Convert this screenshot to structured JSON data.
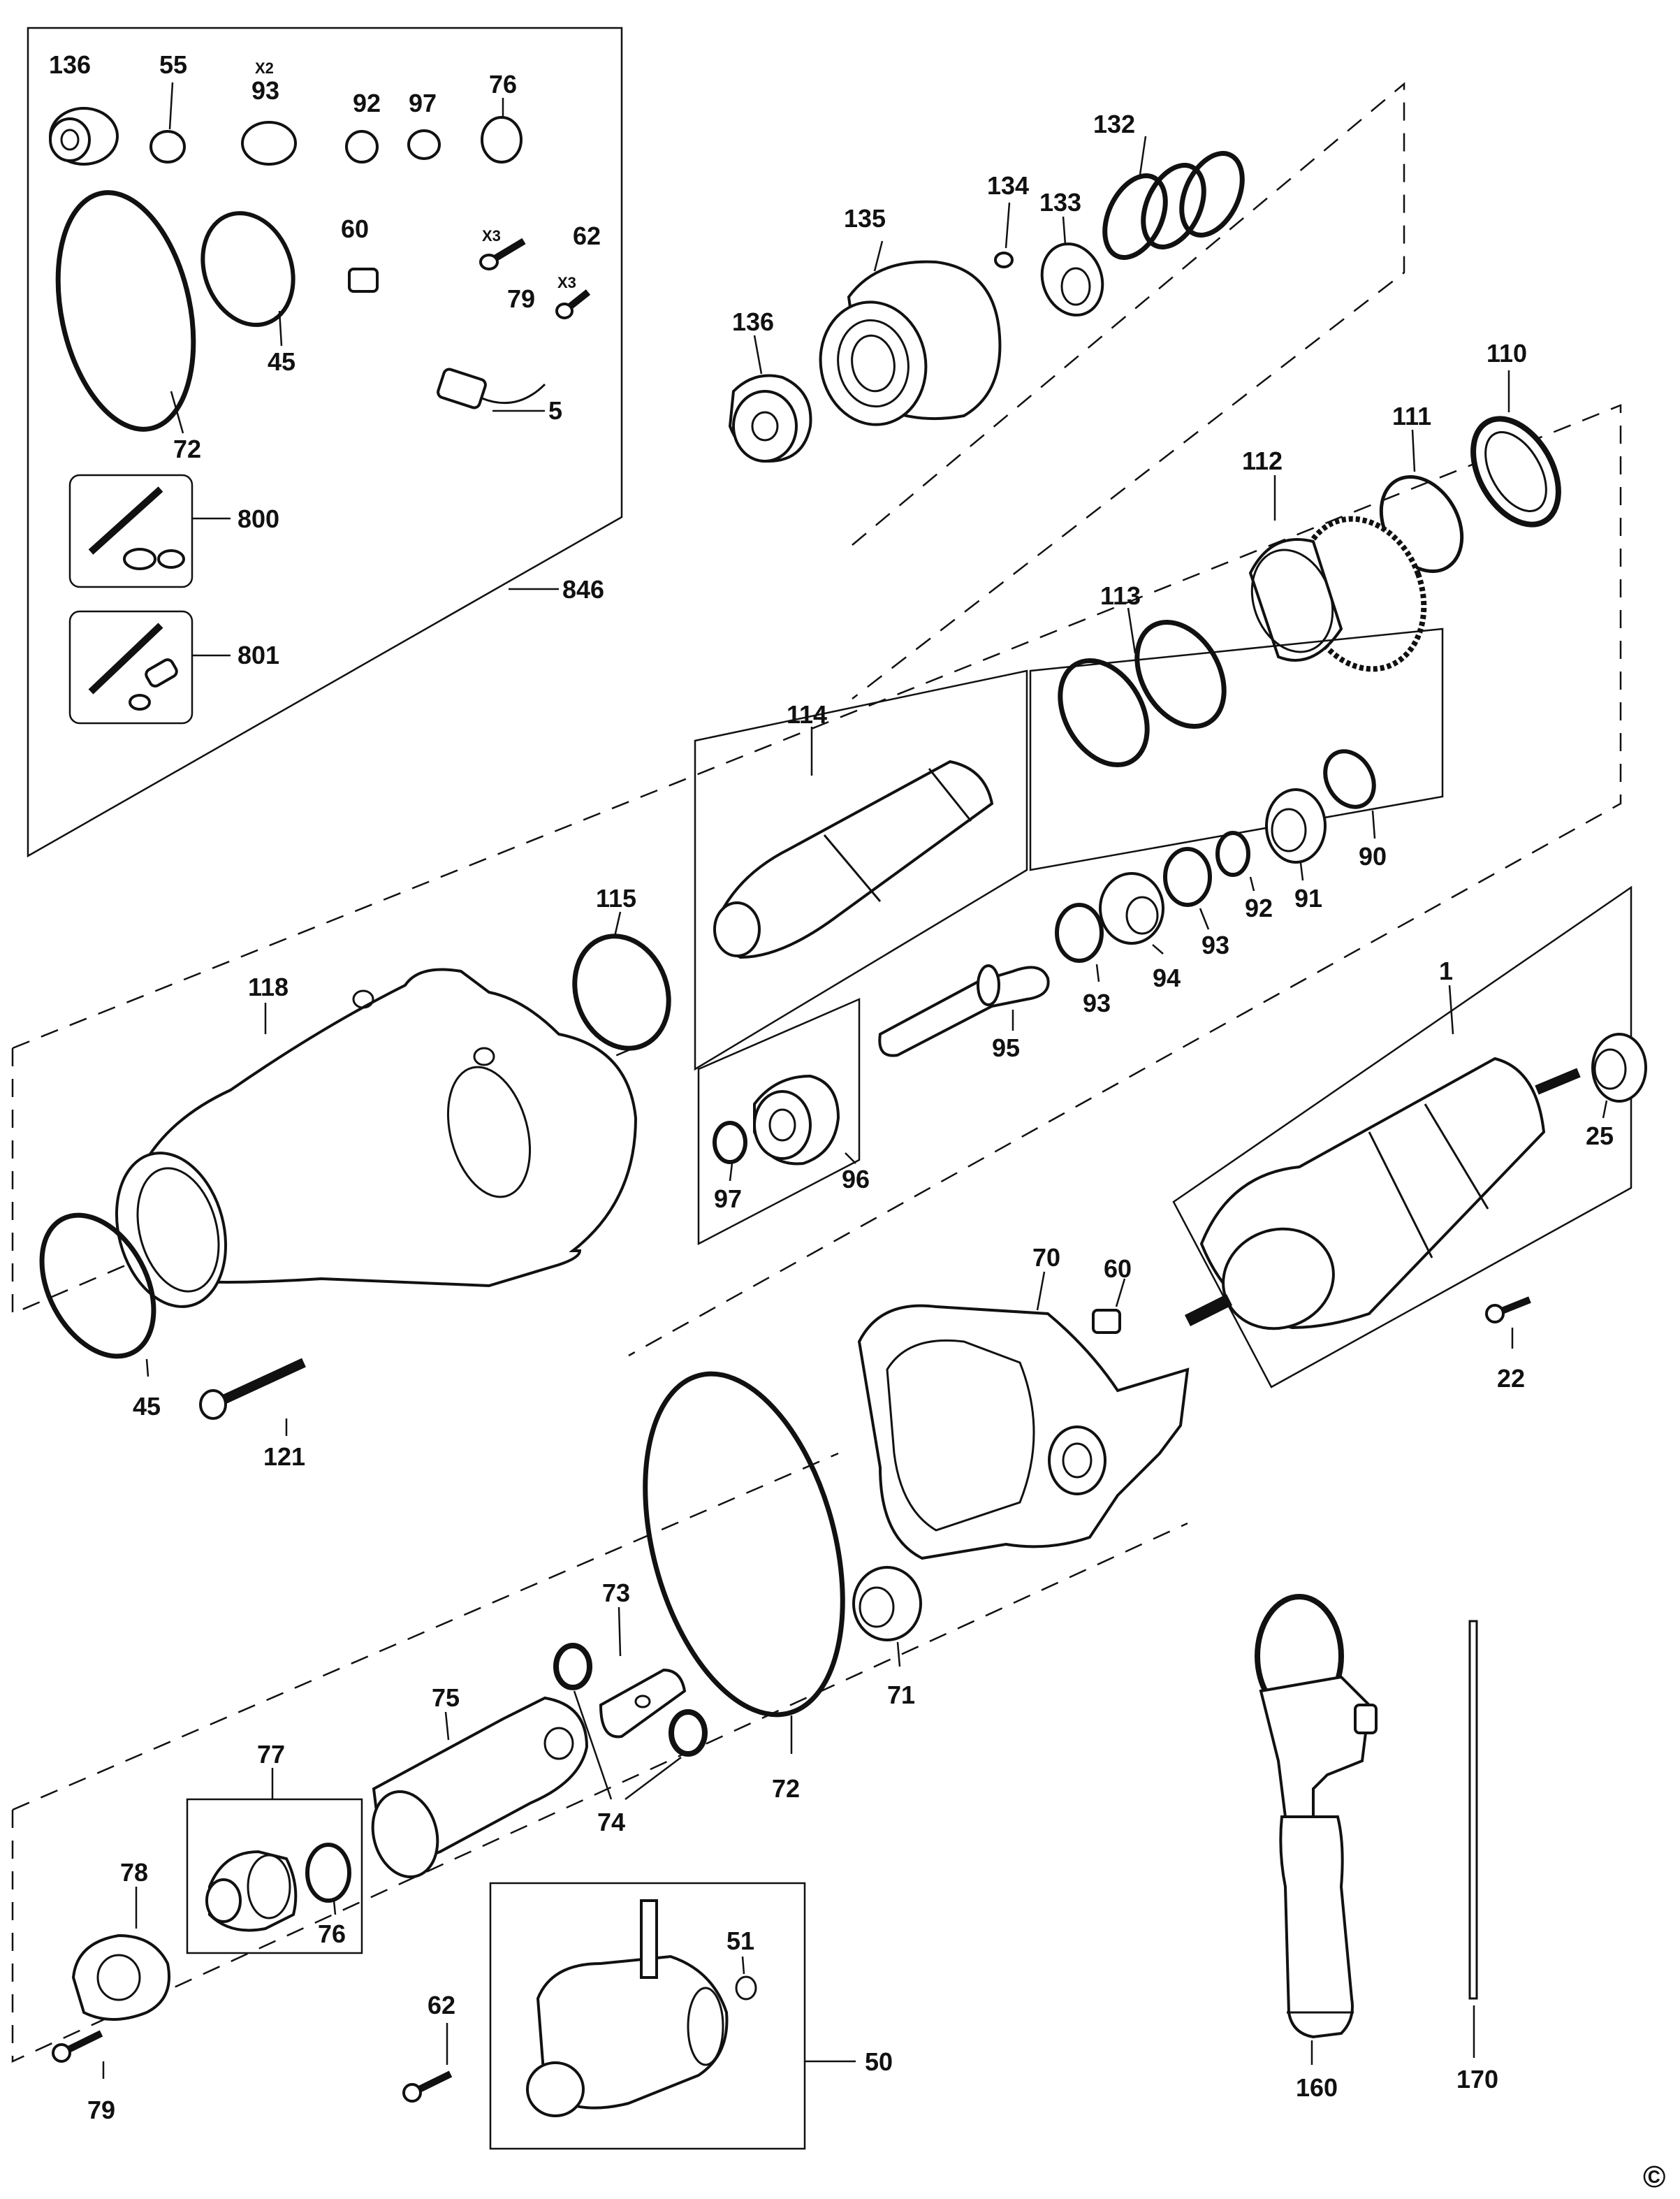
{
  "kit_box": {
    "label": "846",
    "parts": {
      "p136": "136",
      "p55": "55",
      "p93_qty": "X2",
      "p93": "93",
      "p92": "92",
      "p97": "97",
      "p76": "76",
      "p60": "60",
      "p79_qty": "X3",
      "p79": "79",
      "p62": "62",
      "p62_qty": "X3",
      "p45": "45",
      "p72": "72",
      "p5": "5",
      "p800": "800",
      "p801": "801"
    }
  },
  "parts": {
    "p132": "132",
    "p134": "134",
    "p133": "133",
    "p135": "135",
    "p136": "136",
    "p110": "110",
    "p111": "111",
    "p112": "112",
    "p113": "113",
    "p114": "114",
    "p115": "115",
    "p118": "118",
    "p90": "90",
    "p92": "92",
    "p91": "91",
    "p93a": "93",
    "p94": "94",
    "p93b": "93",
    "p95": "95",
    "p96": "96",
    "p97": "97",
    "p1": "1",
    "p25": "25",
    "p45": "45",
    "p121": "121",
    "p70": "70",
    "p60": "60",
    "p22": "22",
    "p73": "73",
    "p75": "75",
    "p74": "74",
    "p72": "72",
    "p71": "71",
    "p77": "77",
    "p76": "76",
    "p78": "78",
    "p79": "79",
    "p62": "62",
    "p51": "51",
    "p50": "50",
    "p160": "160",
    "p170": "170"
  },
  "copyright": "©"
}
